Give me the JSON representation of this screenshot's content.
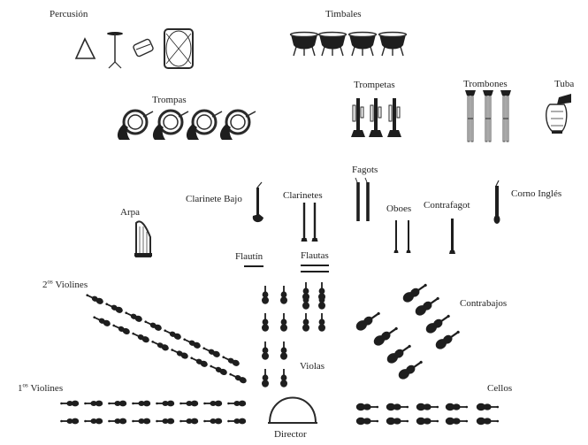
{
  "labels": {
    "percusion": "Percusión",
    "timbales": "Timbales",
    "trompas": "Trompas",
    "trompetas": "Trompetas",
    "trombones": "Trombones",
    "tuba": "Tuba",
    "fagots": "Fagots",
    "clarinete_bajo": "Clarinete Bajo",
    "clarinetes": "Clarinetes",
    "oboes": "Oboes",
    "contrafagot": "Contrafagot",
    "corno_ingles": "Corno Inglés",
    "arpa": "Arpa",
    "flautin": "Flautín",
    "flautas": "Flautas",
    "segundos_violines_num": "2",
    "segundos_violines_sup": "os",
    "segundos_violines": "Violines",
    "contrabajos": "Contrabajos",
    "violas": "Violas",
    "primeros_violines_num": "1",
    "primeros_violines_sup": "os",
    "primeros_violines": "Violines",
    "cellos": "Cellos",
    "director": "Director"
  },
  "colors": {
    "ink": "#2a2a2a",
    "fill": "#1e1e1e",
    "bg": "#ffffff"
  }
}
